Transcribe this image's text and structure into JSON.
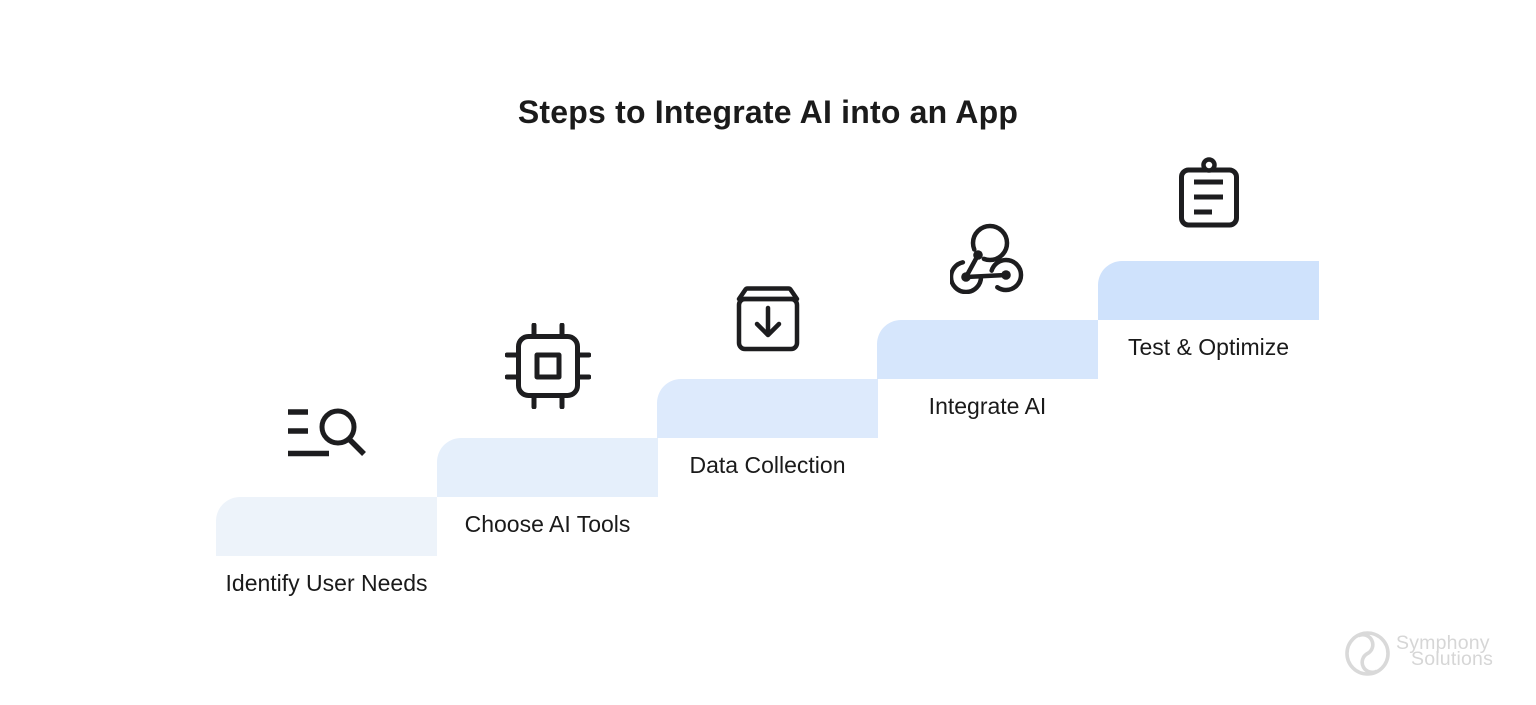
{
  "page": {
    "background_color": "#ffffff"
  },
  "title": {
    "text": "Steps to Integrate AI into an App",
    "color": "#1b1b1b"
  },
  "steps": [
    {
      "label": "Identify User Needs",
      "icon": "search-list-icon",
      "block_color": "#edf3fa"
    },
    {
      "label": "Choose AI Tools",
      "icon": "cpu-chip-icon",
      "block_color": "#e5effb"
    },
    {
      "label": "Data Collection",
      "icon": "box-arrow-down-icon",
      "block_color": "#ddeafc"
    },
    {
      "label": "Integrate AI",
      "icon": "webhook-nodes-icon",
      "block_color": "#d6e6fc"
    },
    {
      "label": "Test & Optimize",
      "icon": "clipboard-notes-icon",
      "block_color": "#cfe2fc"
    }
  ],
  "style_colors": {
    "icon_stroke": "#1d1d1f",
    "label_text": "#1a1a1a",
    "watermark_gray": "#d6d6d6"
  },
  "watermark": {
    "line1": "Symphony",
    "line2": "Solutions",
    "mark": "symphony-s-logo"
  }
}
